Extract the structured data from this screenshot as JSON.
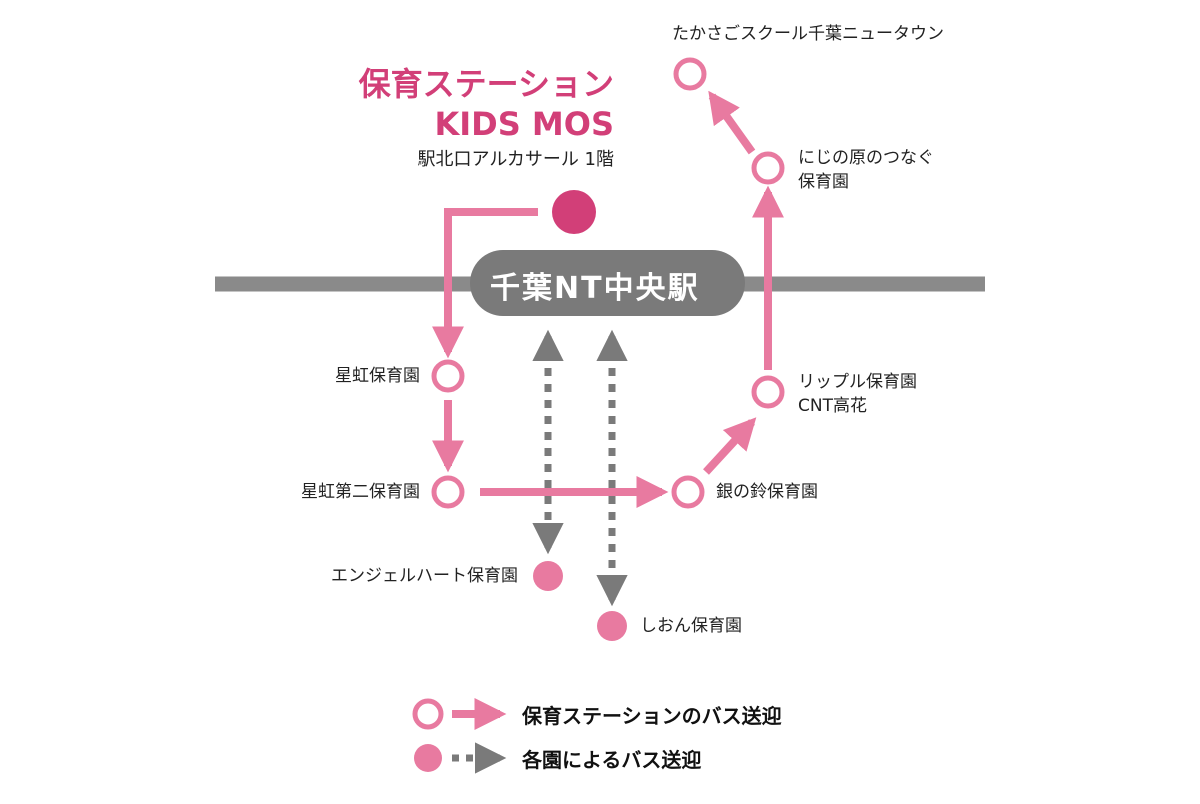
{
  "hub": {
    "name_line1": "保育ステーション",
    "name_line2": "KIDS MOS",
    "location": "駅北口アルカサール 1階"
  },
  "station": {
    "name": "千葉NT中央駅"
  },
  "nurseries": {
    "takasago": "たかさごスクール千葉ニュータウン",
    "niji_line1": "にじの原のつなぐ",
    "niji_line2": "保育園",
    "seiko": "星虹保育園",
    "seiko2": "星虹第二保育園",
    "ripple_line1": "リップル保育園",
    "ripple_line2": "CNT高花",
    "gin": "銀の鈴保育園",
    "angel": "エンジェルハート保育園",
    "shion": "しおん保育園"
  },
  "legend": {
    "station_bus": "保育ステーションのバス送迎",
    "each_bus": "各園によるバス送迎"
  },
  "colors": {
    "pink": "#e87aa0",
    "hub_pink": "#d23f78",
    "gray": "#7a7a7a",
    "rail": "#8a8a8a"
  }
}
